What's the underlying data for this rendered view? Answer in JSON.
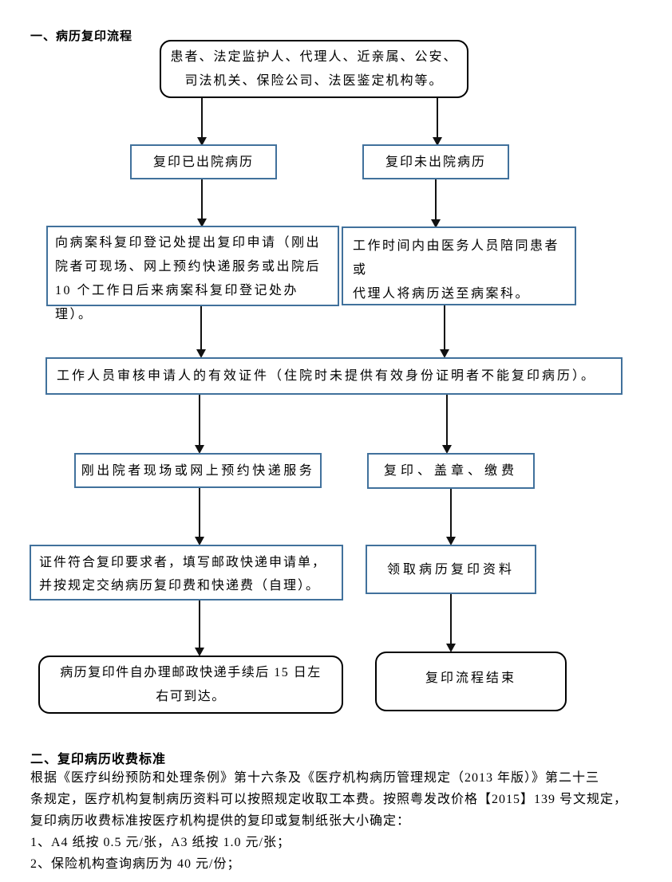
{
  "sections": {
    "flow_title": "一、病历复印流程",
    "fee_title": "二、复印病历收费标准"
  },
  "flow": {
    "start": "患者、法定监护人、代理人、近亲属、公安、\n司法机关、保险公司、法医鉴定机构等。",
    "discharged": "复印已出院病历",
    "not_discharged": "复印未出院病历",
    "apply": "向病案科复印登记处提出复印申请（刚出\n院者可现场、网上预约快递服务或出院后\n10 个工作日后来病案科复印登记处办理）。",
    "escort": "工作时间内由医务人员陪同患者或\n代理人将病历送至病案科。",
    "verify": "工作人员审核申请人的有效证件（住院时未提供有效身份证明者不能复印病历）。",
    "express": "刚出院者现场或网上预约快递服务",
    "copy_stamp_pay": "复印、盖章、缴费",
    "postal_form": "证件符合复印要求者，填写邮政快递申请单，\n并按规定交纳病历复印费和快递费（自理）。",
    "collect": "领取病历复印资料",
    "delivery": "病历复印件自办理邮政快递手续后 15 日左\n右可到达。",
    "end": "复印流程结束"
  },
  "fees_text": "根据《医疗纠纷预防和处理条例》第十六条及《医疗机构病历管理规定（2013 年版）》第二十三\n条规定，医疗机构复制病历资料可以按照规定收取工本费。按照粤发改价格【2015】139 号文规定，\n复印病历收费标准按医疗机构提供的复印或复制纸张大小确定：\n1、A4 纸按 0.5  元/张，A3 纸按 1.0 元/张；\n2、保险机构查询病历为 40 元/份；",
  "colors": {
    "flow_box_border_blue": "#41719c",
    "terminal_box_border_black": "#000000",
    "text": "#000000",
    "background": "#ffffff"
  }
}
